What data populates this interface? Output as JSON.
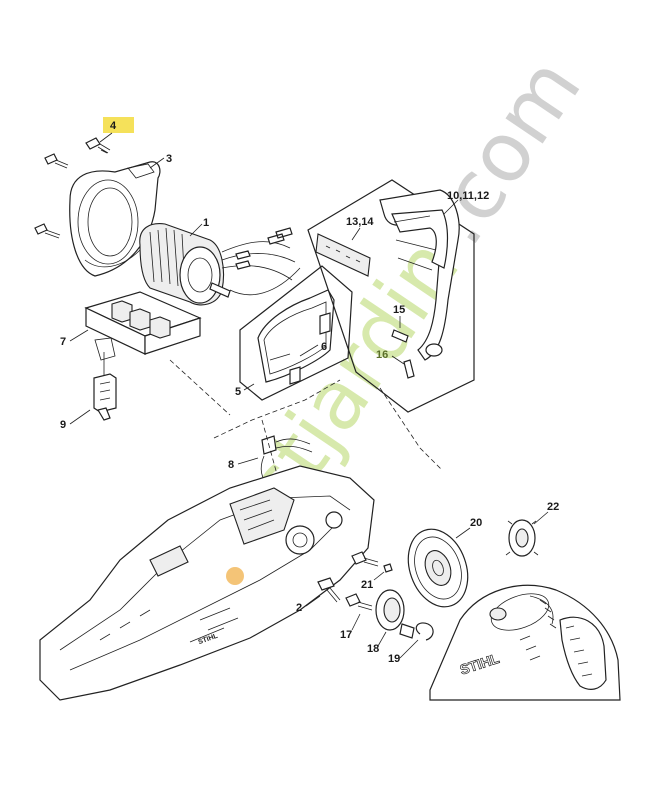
{
  "diagram": {
    "labels": {
      "p1": "1",
      "p2": "2",
      "p3": "3",
      "p4": "4",
      "p5": "5",
      "p6": "6",
      "p7": "7",
      "p8": "8",
      "p9": "9",
      "p10": "10,11,12",
      "p13": "13,14",
      "p15": "15",
      "p16": "16",
      "p17": "17",
      "p18": "18",
      "p19": "19",
      "p20": "20",
      "p21": "21",
      "p22": "22"
    },
    "highlight_color": "#f5e15a",
    "brand_text": "STIHL"
  },
  "watermark": {
    "text_main": "forestjardin",
    "text_end": ".com",
    "color": "#b7d86a"
  }
}
